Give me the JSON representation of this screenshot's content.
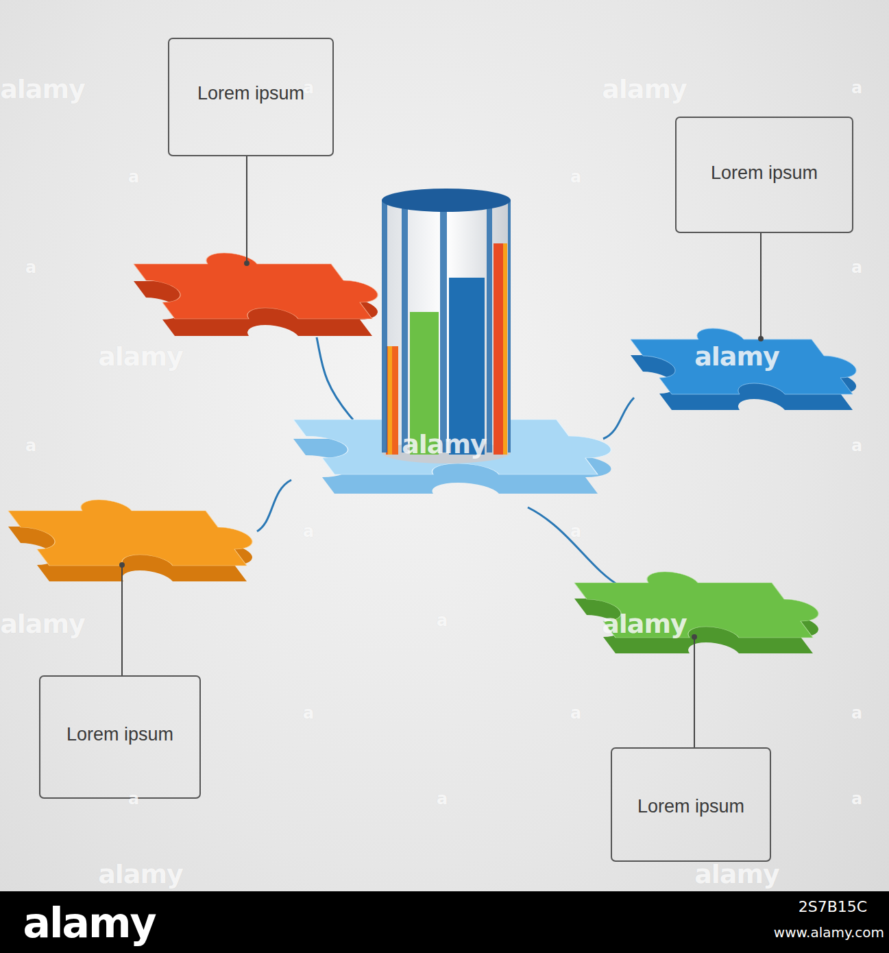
{
  "diagram": {
    "nodes": [
      {
        "text": [
          "Lorem ipsum"
        ]
      },
      {
        "text": [
          "Lorem ipsum"
        ]
      },
      {
        "text": [
          "Lorem ipsum"
        ]
      },
      {
        "text": [
          "Lorem ipsum"
        ]
      }
    ],
    "labels": [
      "alamy",
      "alamy",
      "alamy",
      "alamy",
      "alamy",
      "alamy",
      "alamy",
      "alamy",
      "alamy",
      "a",
      "a",
      "a",
      "a",
      "a",
      "a",
      "a",
      "a",
      "a",
      "a",
      "a",
      "a",
      "a",
      "a",
      "a",
      "a",
      "a",
      "alamy",
      "2S7B15C",
      "www.alamy.com"
    ]
  }
}
